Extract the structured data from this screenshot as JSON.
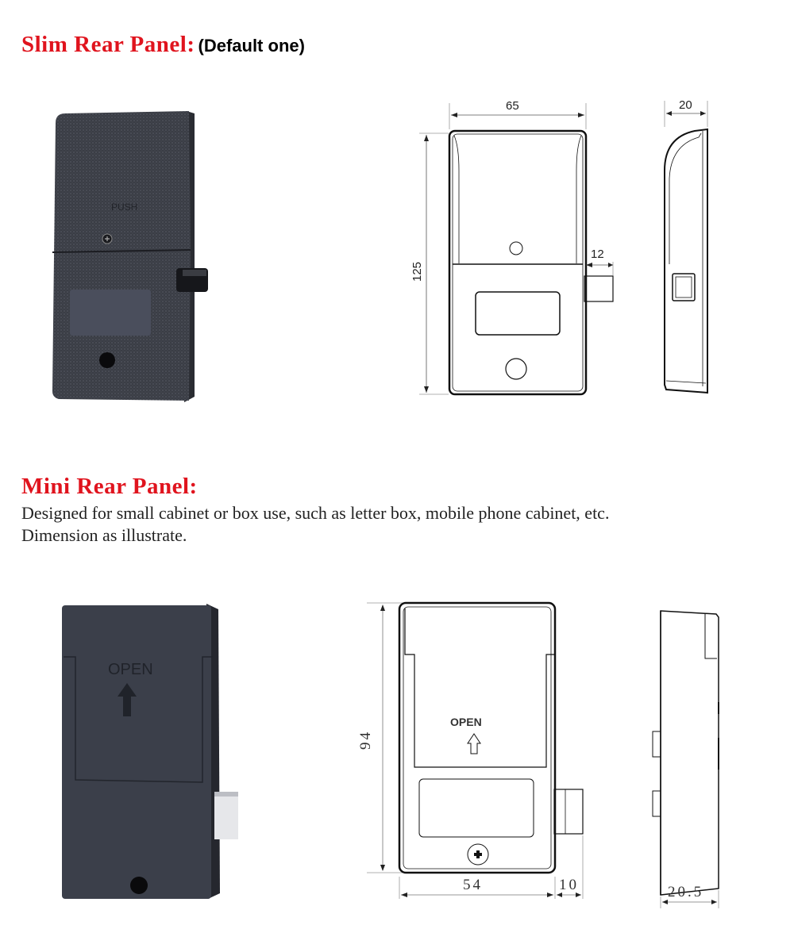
{
  "sections": [
    {
      "title": "Slim Rear Panel:",
      "subtitle": "(Default one)",
      "photo": {
        "label": "PUSH",
        "color": "#3a3d45"
      },
      "front_drawing": {
        "width_dim": "65",
        "height_dim": "125",
        "latch_dim": "12"
      },
      "side_drawing": {
        "depth_dim": "20"
      }
    },
    {
      "title": "Mini Rear Panel:",
      "description": [
        "Designed for small cabinet or box use, such as letter box, mobile phone cabinet, etc.",
        "Dimension as illustrate."
      ],
      "photo": {
        "label": "OPEN",
        "color": "#3b3f4a"
      },
      "front_drawing": {
        "label": "OPEN",
        "width_dim": "54",
        "height_dim": "94",
        "latch_dim": "10"
      },
      "side_drawing": {
        "depth_dim": "20.5"
      }
    }
  ],
  "colors": {
    "heading_red": "#e0141e"
  }
}
